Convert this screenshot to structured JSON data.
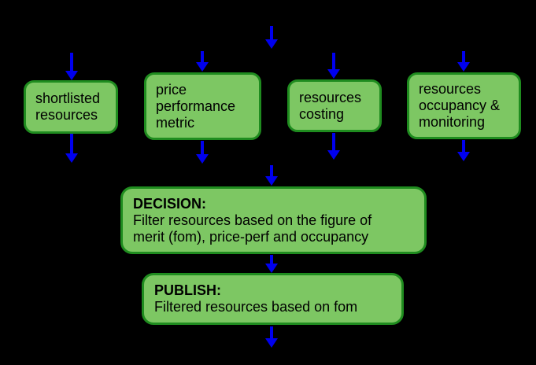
{
  "diagram": {
    "background": "#000000",
    "colors": {
      "node_fill": "#7dc763",
      "node_border": "#1f8c1f",
      "arrow": "#0000ee",
      "text": "#000000"
    },
    "icons": {
      "flow_arrow": "down-arrow"
    },
    "nodes": {
      "shortlisted": {
        "lines": [
          "shortlisted",
          "resources"
        ]
      },
      "price": {
        "lines": [
          "price",
          "performance",
          "metric"
        ]
      },
      "costing": {
        "lines": [
          "resources",
          "costing"
        ]
      },
      "occupancy": {
        "lines": [
          "resources",
          "occupancy &",
          "monitoring"
        ]
      },
      "decision": {
        "title": "DECISION:",
        "lines": [
          "Filter resources based on the figure of",
          "merit (fom), price-perf and occupancy"
        ]
      },
      "publish": {
        "title": "PUBLISH:",
        "lines": [
          "Filtered resources based on fom"
        ]
      }
    }
  }
}
